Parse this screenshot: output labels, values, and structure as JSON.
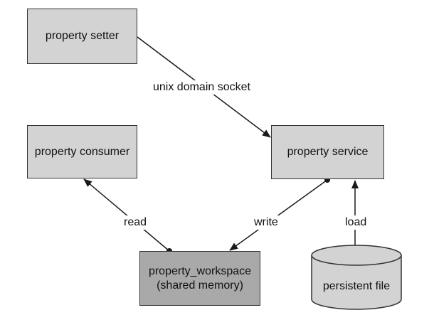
{
  "nodes": {
    "setter": "property setter",
    "consumer": "property consumer",
    "service": "property service",
    "workspace_line1": "property_workspace",
    "workspace_line2": "(shared memory)",
    "file": "persistent file"
  },
  "edges": {
    "socket": "unix domain socket",
    "read": "read",
    "write": "write",
    "load": "load"
  },
  "colors": {
    "node_fill": "#d3d3d3",
    "workspace_fill": "#a9a9a9",
    "line": "#1a1a1a"
  }
}
